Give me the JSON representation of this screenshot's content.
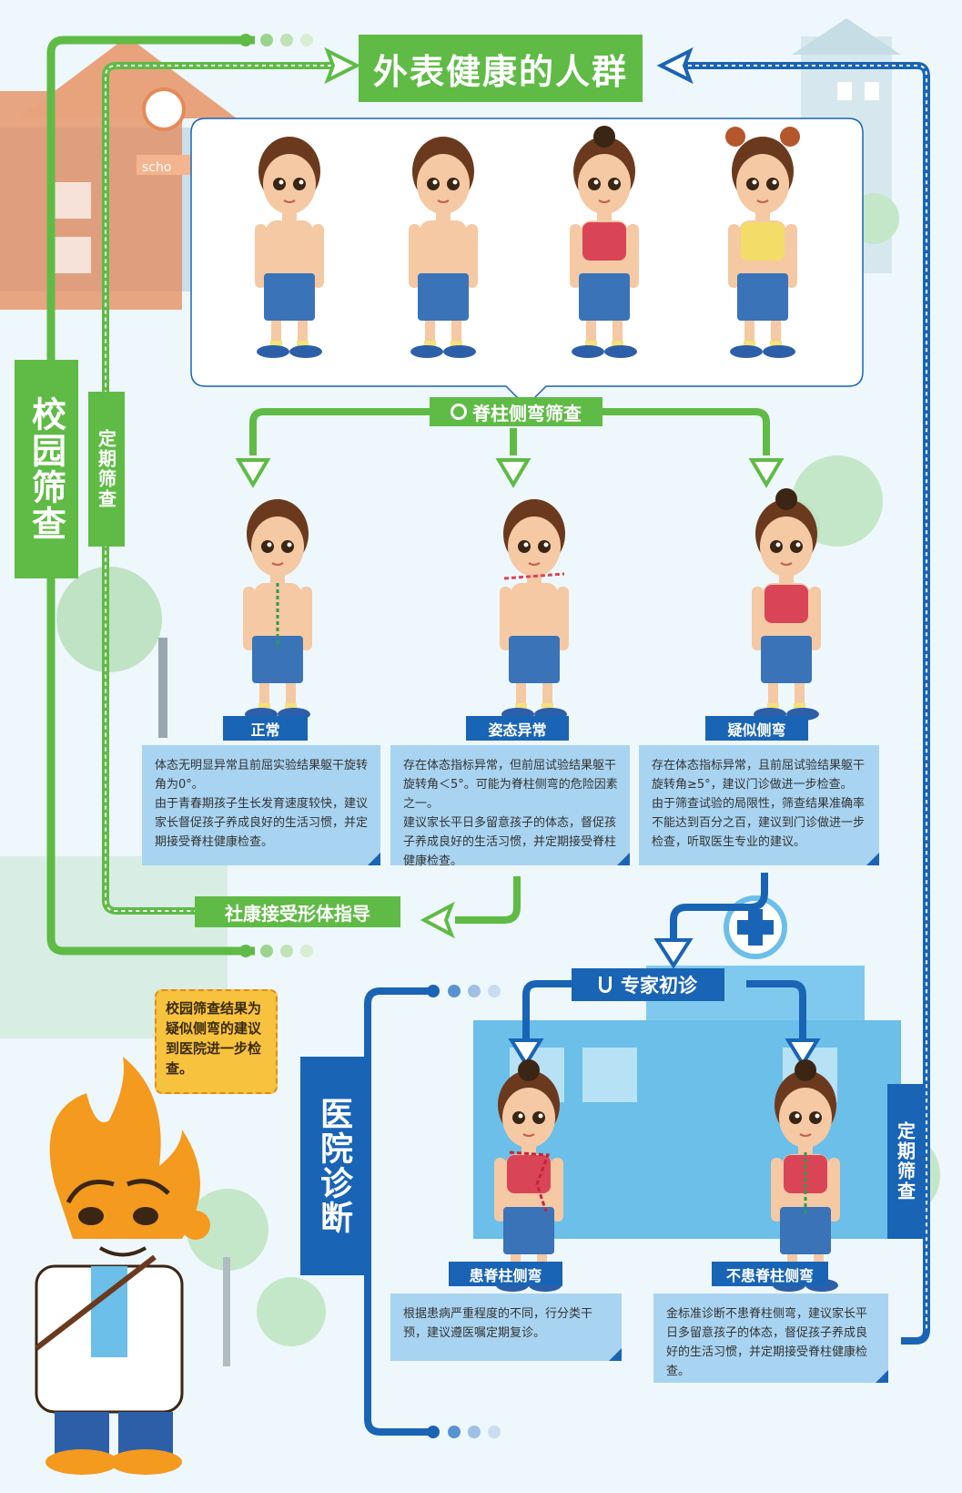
{
  "title": "外表健康的人群",
  "left_outer_label": "校园筛查",
  "left_inner_label": "定期筛查",
  "right_label": "定期筛查",
  "hospital_label": "医院诊断",
  "screening_label": "脊柱侧弯筛查",
  "guidance_label": "社康接受形体指导",
  "expert_label": "专家初诊",
  "school_sign": "scho",
  "categories": [
    {
      "label": "正常",
      "lines": [
        "体态无明显异常且前屈实验结果躯干旋转角为0°。",
        "由于青春期孩子生长发育速度较快，建议家长督促孩子养成良好的生活习惯，并定期接受脊柱健康检查。"
      ]
    },
    {
      "label": "姿态异常",
      "lines": [
        "存在体态指标异常，但前屈试验结果躯干旋转角＜5°。可能为脊柱侧弯的危险因素之一。",
        "建议家长平日多留意孩子的体态，督促孩子养成良好的生活习惯，并定期接受脊柱健康检查。"
      ]
    },
    {
      "label": "疑似侧弯",
      "lines": [
        "存在体态指标异常，且前屈试验结果躯干旋转角≥5°，建议门诊做进一步检查。",
        "由于筛查试验的局限性，筛查结果准确率不能达到百分之百，建议到门诊做进一步检查，听取医生专业的建议。"
      ]
    }
  ],
  "diagnoses": [
    {
      "label": "患脊柱侧弯",
      "text": "根据患病严重程度的不同，行分类干预，建议遵医嘱定期复诊。"
    },
    {
      "label": "不患脊柱侧弯",
      "text": "金标准诊断不患脊柱侧弯，建议家长平日多留意孩子的体态，督促孩子养成良好的生活习惯，并定期接受脊柱健康检查。"
    }
  ],
  "note": "校园筛查结果为疑似侧弯的建议到医院进一步检查。",
  "colors": {
    "green": "#5fbb46",
    "blue": "#1a64b5",
    "light_blue": "#a9d4f1",
    "skin": "#f4c9a4",
    "shorts": "#3a73b8"
  }
}
